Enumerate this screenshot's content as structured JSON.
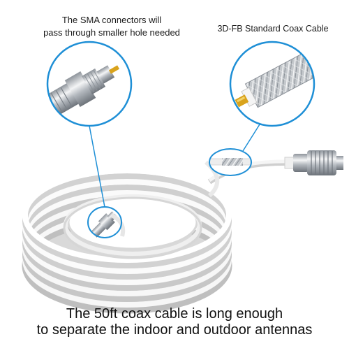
{
  "callouts": {
    "sma": "The SMA connectors will pass through smaller hole needed",
    "sma_line1": "The SMA connectors will",
    "sma_line2": "pass through smaller hole needed",
    "coax": "3D-FB Standard Coax Cable"
  },
  "caption": {
    "line1": "The 50ft coax cable is long enough",
    "line2": "to separate the indoor and outdoor antennas"
  },
  "colors": {
    "callout_ring": "#1e8fd6",
    "cable_white": "#f2f2f2",
    "cable_shade": "#c9c9c9",
    "metal": "#b8bcc2",
    "gold_pin": "#d9a31c",
    "text": "#1a1a1a"
  },
  "icons": [
    "sma-connector-icon",
    "uhf-connector-icon",
    "braided-shield-icon"
  ]
}
